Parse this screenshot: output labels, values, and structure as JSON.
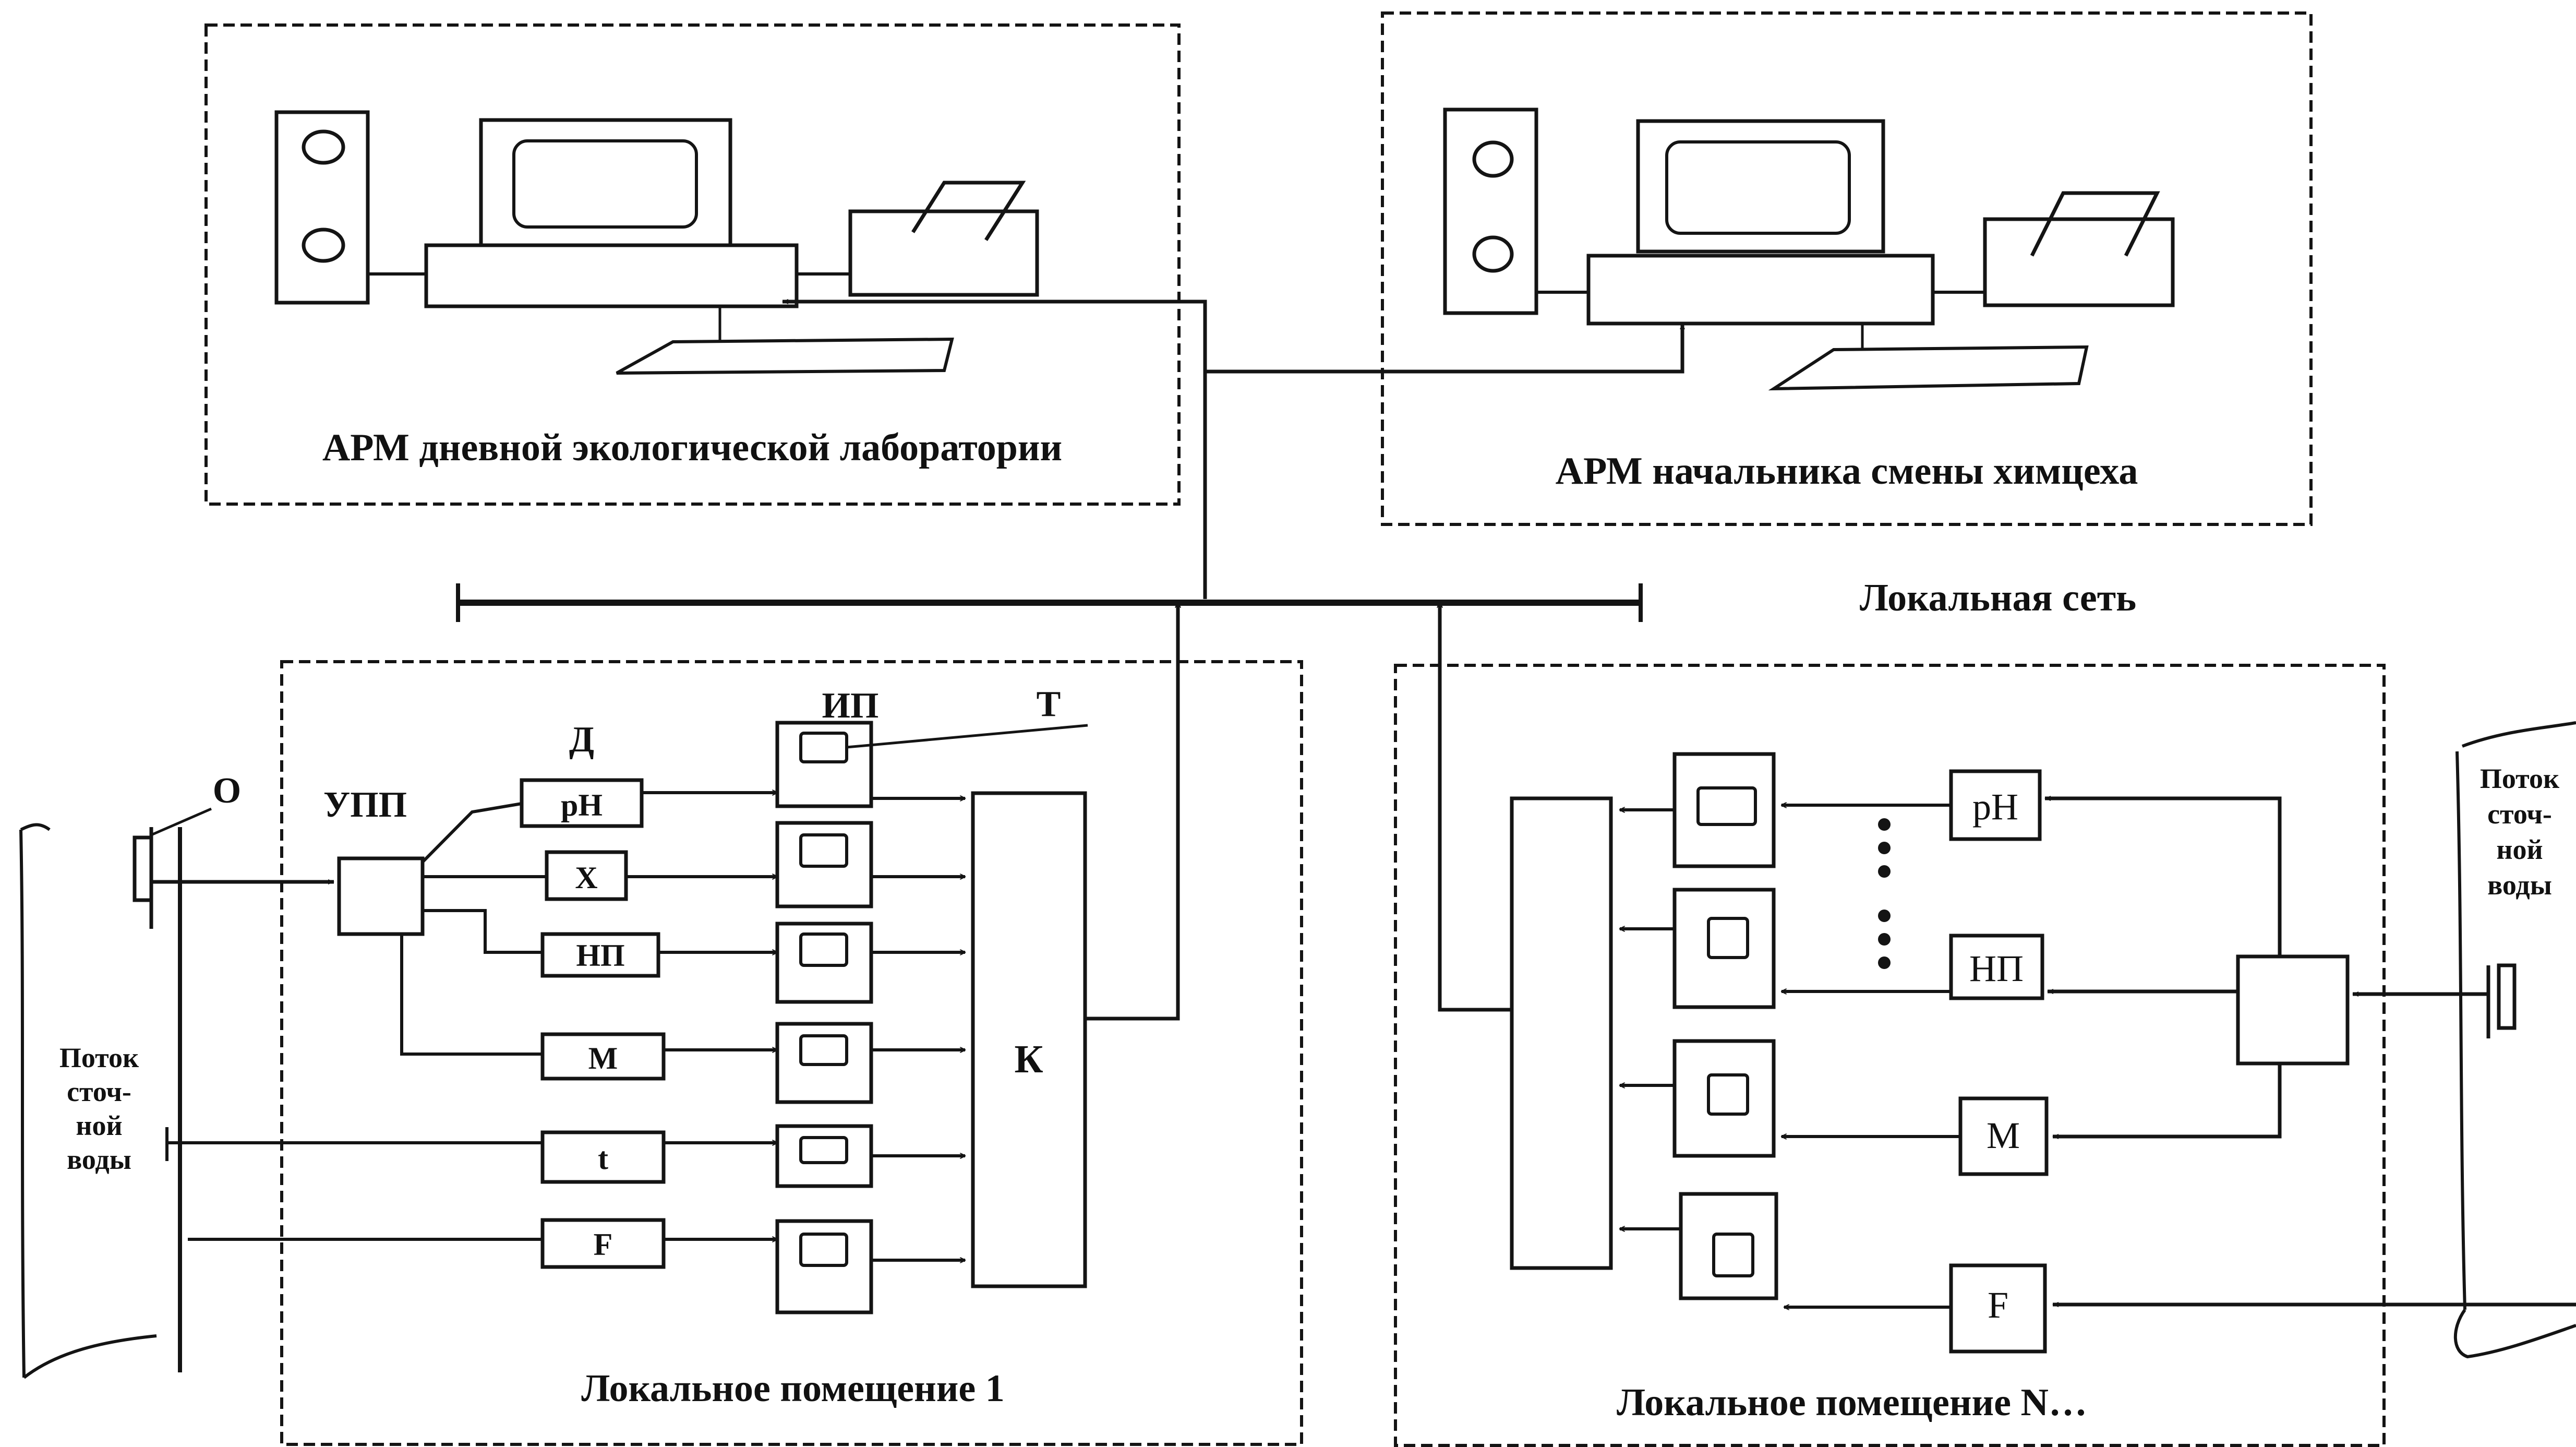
{
  "arm_lab": {
    "label": "АРМ дневной экологической лаборатории"
  },
  "arm_chief": {
    "label": "АРМ начальника смены химцеха"
  },
  "network": {
    "label": "Локальная сеть"
  },
  "room1": {
    "label": "Локальное помещение  1",
    "upp": "УПП",
    "sensors_header": "Д",
    "ip_header": "ИП",
    "t_label": "Т",
    "o_label": "О",
    "k_label": "К",
    "sensors": [
      "pH",
      "X",
      "НП",
      "M",
      "t",
      "F"
    ]
  },
  "roomN": {
    "label": "Локальное помещение  N…",
    "sensors": [
      "pH",
      "НП",
      "M",
      "F"
    ]
  },
  "stream_left": {
    "lines": [
      "Поток",
      "сточ-",
      "ной",
      "воды"
    ]
  },
  "stream_right": {
    "lines": [
      "Поток",
      "сточ-",
      "ной",
      "воды"
    ]
  }
}
